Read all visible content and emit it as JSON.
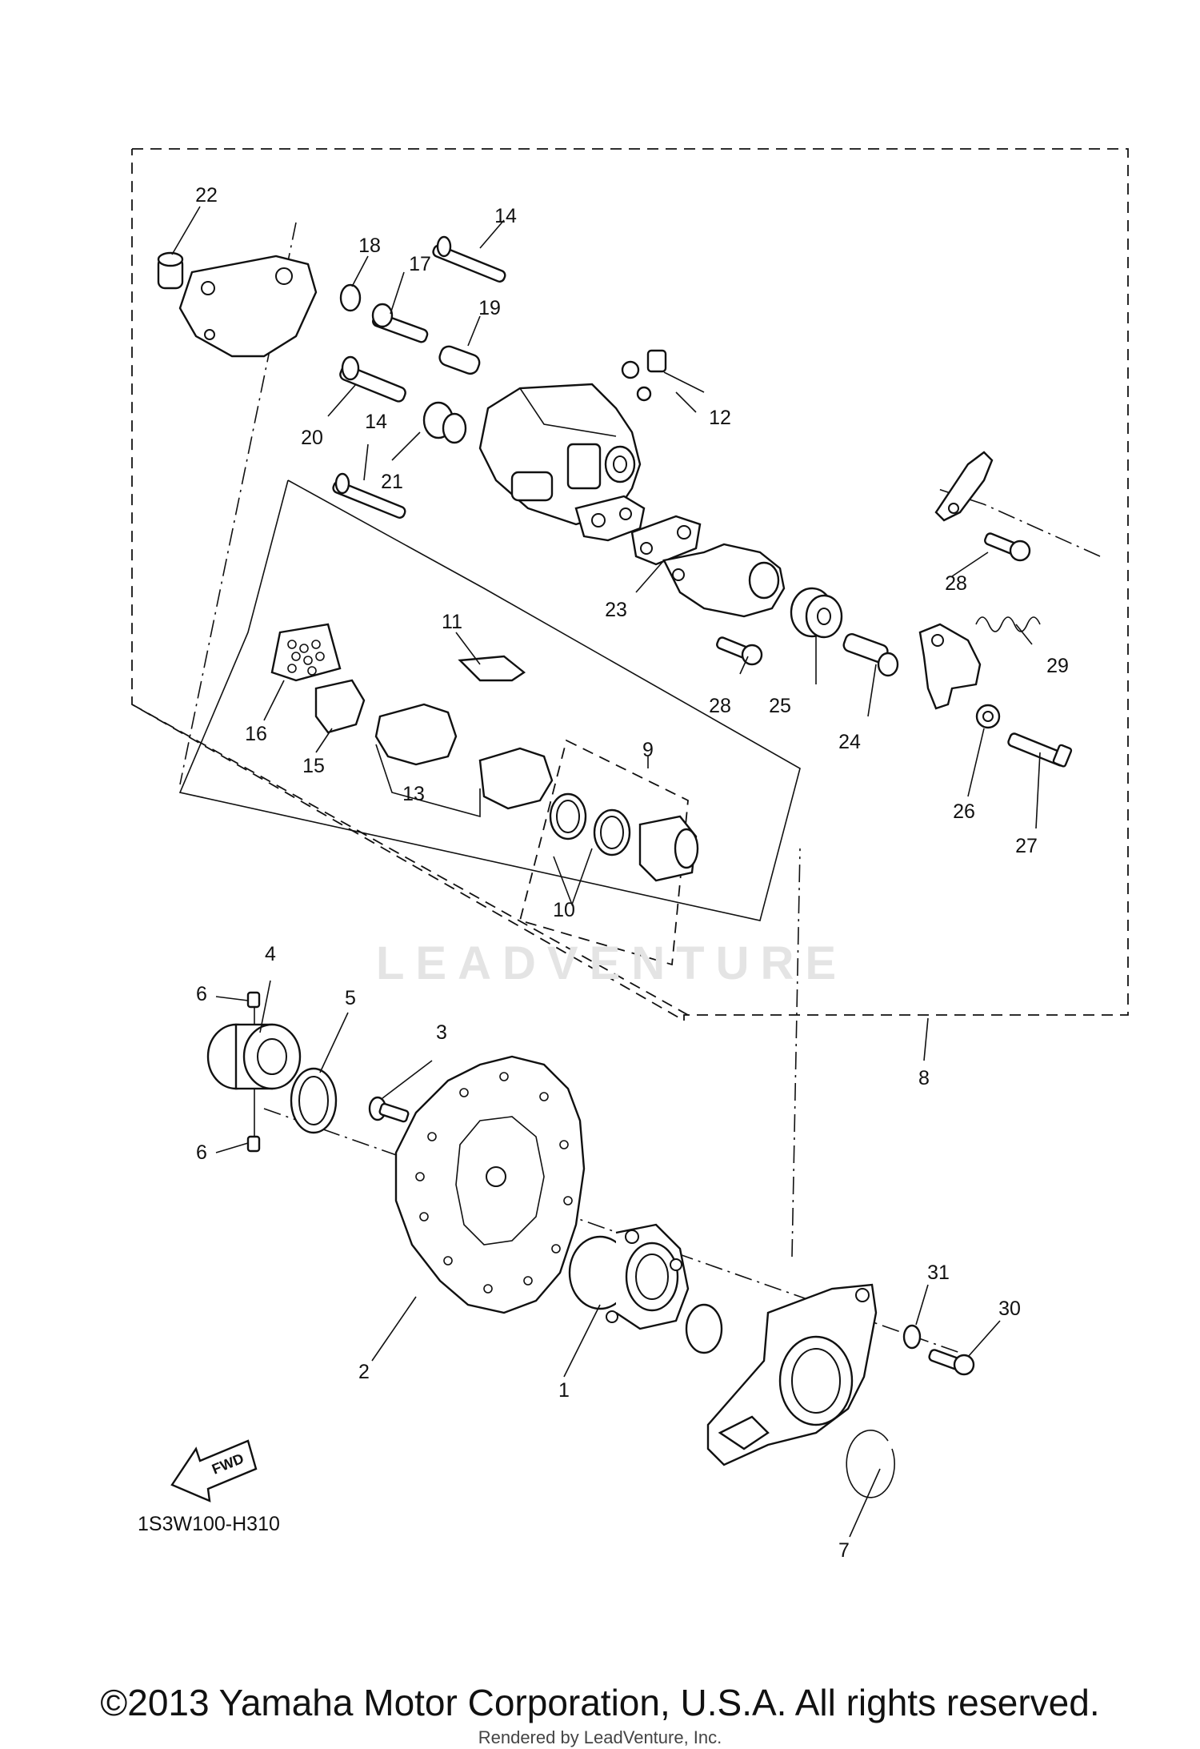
{
  "diagram": {
    "part_labels": [
      "1",
      "2",
      "3",
      "4",
      "5",
      "6",
      "6",
      "7",
      "8",
      "9",
      "10",
      "11",
      "12",
      "13",
      "14",
      "14",
      "15",
      "16",
      "17",
      "18",
      "19",
      "20",
      "21",
      "22",
      "23",
      "24",
      "25",
      "26",
      "27",
      "28",
      "28",
      "29",
      "30",
      "31"
    ],
    "figure_code": "1S3W100-H310",
    "fwd_label": "FWD",
    "watermark": "LEADVENTURE"
  },
  "footer": {
    "copyright": "©2013 Yamaha Motor Corporation, U.S.A. All rights reserved.",
    "rendered_by": "Rendered by LeadVenture, Inc."
  }
}
